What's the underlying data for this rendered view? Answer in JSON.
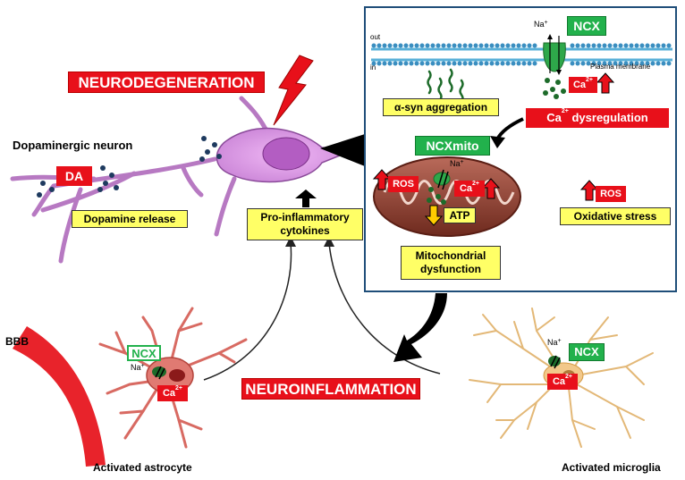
{
  "labels": {
    "neurodegeneration": "NEURODEGENERATION",
    "neuroinflammation": "NEUROINFLAMMATION",
    "dopaminergic_neuron": "Dopaminergic neuron",
    "da": "DA",
    "dopamine_release": "Dopamine release",
    "pro_inflammatory_line1": "Pro-inflammatory",
    "pro_inflammatory_line2": "cytokines",
    "bbb": "BBB",
    "activated_astrocyte": "Activated astrocyte",
    "activated_microglia": "Activated microglia",
    "out": "out",
    "in": "in",
    "plasma_membrane": "Plasma membrane",
    "ncx": "NCX",
    "ncx_astrocyte": "NCX",
    "ncx_microglia": "NCX",
    "ncxmito": "NCXmito",
    "na": "Na",
    "na_astrocyte": "Na",
    "na_microglia": "Na",
    "na_mito": "Na",
    "plus": "+",
    "ca": "Ca",
    "ca_charge": "2+",
    "asyn_aggregation": "α-syn aggregation",
    "ca_dysregulation_ca": "Ca",
    "ca_dysregulation_charge": "2+",
    "ca_dysregulation_text": " dysregulation",
    "ros": "ROS",
    "ros_oxidative": "ROS",
    "atp": "ATP",
    "mitochondrial_line1": "Mitochondrial",
    "mitochondrial_line2": "dysfunction",
    "oxidative_stress": "Oxidative stress"
  },
  "colors": {
    "neuron": "#d99ae6",
    "neuron_outline": "#8a4a99",
    "astrocyte": "#e07a72",
    "microglia": "#f2c88a",
    "membrane": "#5ab0d8",
    "mitochondrion": "#8b3a2a",
    "label_yellow": "#ffff66",
    "label_red": "#e8101a",
    "label_green": "#22b14c",
    "panel_border": "#1f4e79"
  },
  "icons": [
    "lightning-icon",
    "calcium-dots-icon",
    "up-arrow-icon",
    "down-arrow-icon",
    "transporter-icon"
  ]
}
